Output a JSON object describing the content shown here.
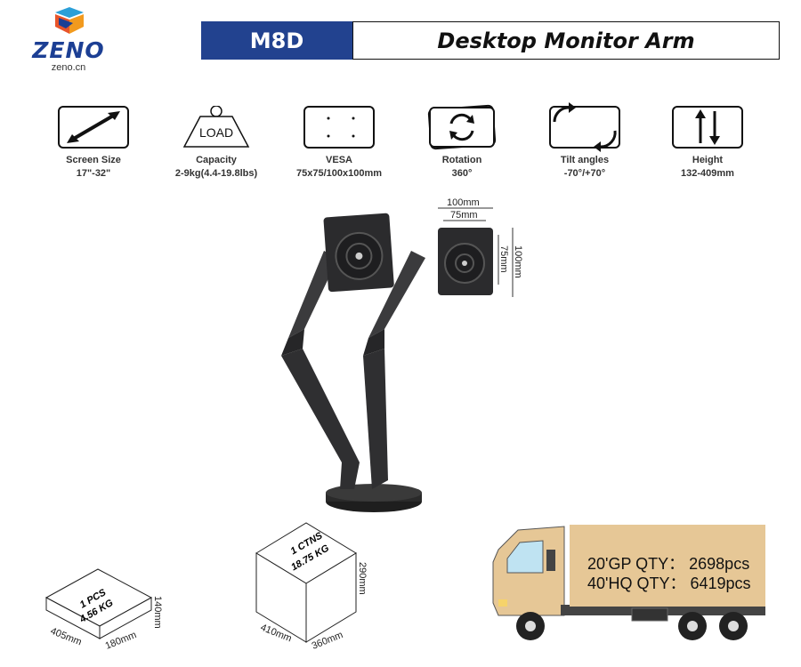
{
  "brand": {
    "name": "ZENO",
    "site": "zeno.cn"
  },
  "header": {
    "model": "M8D",
    "title": "Desktop Monitor Arm"
  },
  "specs": [
    {
      "icon": "screen-size-icon",
      "label": "Screen Size",
      "value": "17\"-32\""
    },
    {
      "icon": "load-weight-icon",
      "label": "Capacity",
      "value": "2-9kg(4.4-19.8lbs)",
      "icon_text": "LOAD"
    },
    {
      "icon": "vesa-icon",
      "label": "VESA",
      "value": "75x75/100x100mm"
    },
    {
      "icon": "rotation-icon",
      "label": "Rotation",
      "value": "360°"
    },
    {
      "icon": "tilt-icon",
      "label": "Tilt angles",
      "value": "-70°/+70°"
    },
    {
      "icon": "height-icon",
      "label": "Height",
      "value": "132-409mm"
    }
  ],
  "vesa_dims": {
    "outer_w": "100mm",
    "inner_w": "75mm",
    "inner_h": "75mm",
    "outer_h": "100mm"
  },
  "single_box": {
    "pcs": "1 PCS",
    "weight": "4.56 KG",
    "length": "405mm",
    "width": "180mm",
    "height": "140mm"
  },
  "carton": {
    "ctns": "1 CTNS",
    "weight": "18.75 KG",
    "length": "410mm",
    "width": "360mm",
    "height": "290mm"
  },
  "container": {
    "gp": "20'GP QTY：  2698pcs",
    "hq": "40'HQ QTY：  6419pcs"
  }
}
